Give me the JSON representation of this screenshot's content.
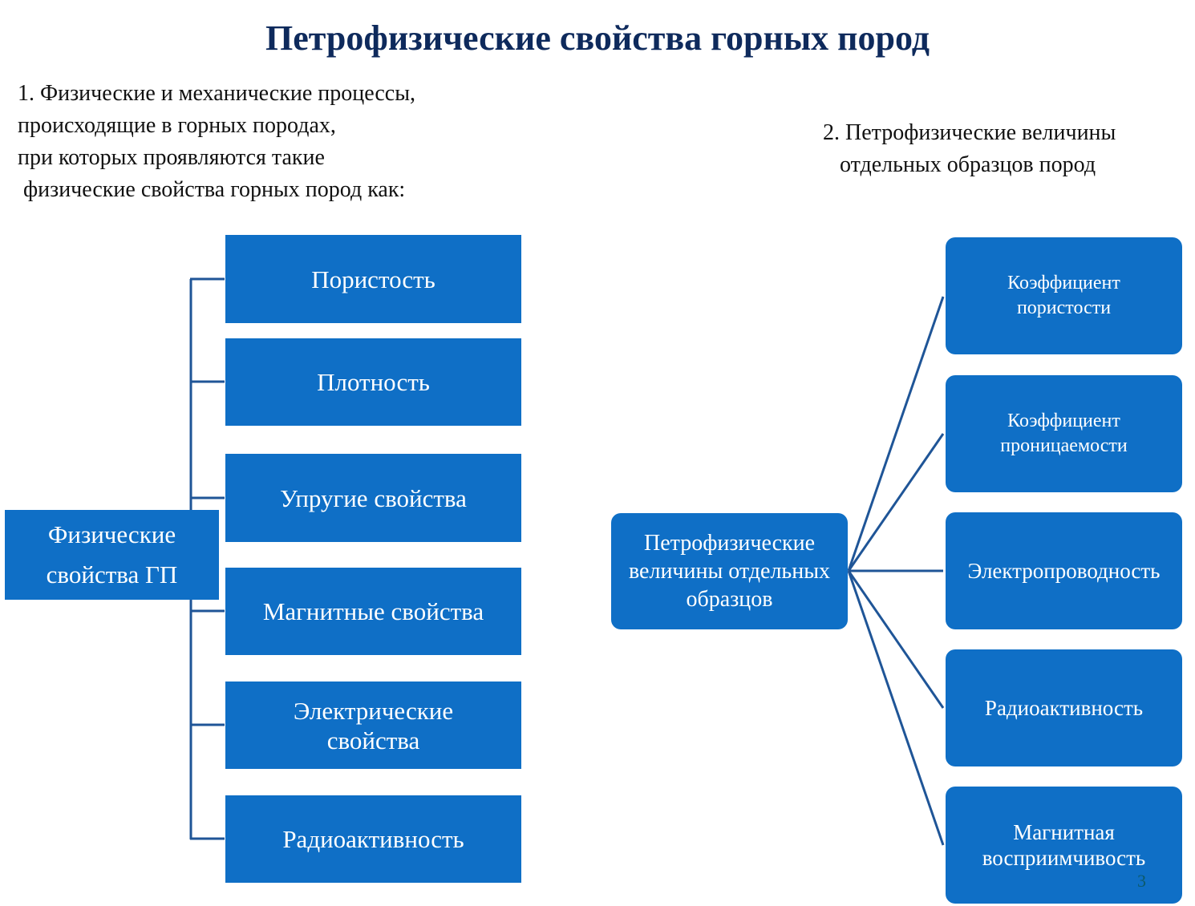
{
  "title": "Петрофизические свойства горных пород",
  "section1": {
    "text": "1. Физические и механические процессы,\nпроисходящие в горных породах,\nпри которых проявляются такие\n физические свойства горных пород как:",
    "root": "Физические свойства ГП",
    "items": [
      "Пористость",
      "Плотность",
      "Упругие свойства",
      "Магнитные свойства",
      "Электрические свойства",
      "Радиоактивность"
    ]
  },
  "section2": {
    "text": "2. Петрофизические величины\n   отдельных образцов пород",
    "root": "Петрофизические величины отдельных образцов",
    "items": [
      "Коэффициент пористости",
      "Коэффициент проницаемости",
      "Электропроводность",
      "Радиоактивность",
      "Магнитная восприимчивость"
    ]
  },
  "page_number": "3",
  "colors": {
    "box": "#0f6fc6",
    "line": "#1f5597",
    "title": "#0e2a5c"
  }
}
